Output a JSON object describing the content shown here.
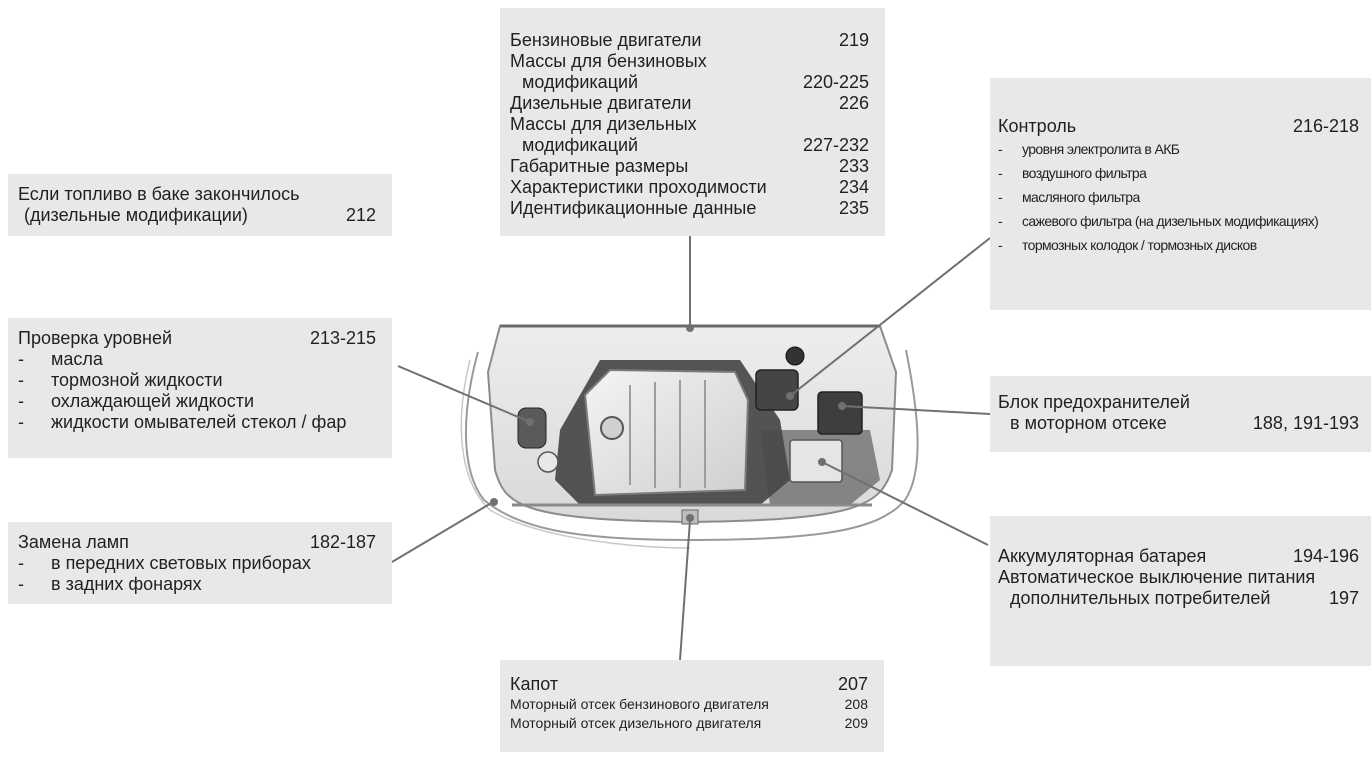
{
  "boxes": {
    "technical": {
      "rows": [
        {
          "text": "Бензиновые двигатели",
          "page": "219"
        },
        {
          "text": "Массы для бензиновых",
          "page": ""
        },
        {
          "text": "модификаций",
          "page": "220-225"
        },
        {
          "text": "Дизельные двигатели",
          "page": "226"
        },
        {
          "text": "Массы для дизельных",
          "page": ""
        },
        {
          "text": "модификаций",
          "page": "227-232"
        },
        {
          "text": "Габаритные размеры",
          "page": "233"
        },
        {
          "text": "Характеристики проходимости",
          "page": "234"
        },
        {
          "text": "Идентификационные данные",
          "page": "235"
        }
      ]
    },
    "fuel": {
      "line1": "Если топливо в баке закончилось",
      "line2": "(дизельные модификации)",
      "page": "212"
    },
    "levels": {
      "title": "Проверка уровней",
      "page": "213-215",
      "items": [
        "масла",
        "тормозной жидкости",
        "охлаждающей жидкости",
        "жидкости омывателей стекол / фар"
      ]
    },
    "lamps": {
      "title": "Замена ламп",
      "page": "182-187",
      "items": [
        "в передних световых приборах",
        "в задних фонарях"
      ]
    },
    "hood": {
      "rows": [
        {
          "text": "Капот",
          "page": "207"
        },
        {
          "text": "Моторный отсек бензинового двигателя",
          "page": "208"
        },
        {
          "text": "Моторный отсек дизельного двигателя",
          "page": "209"
        }
      ]
    },
    "control": {
      "title": "Контроль",
      "page": "216-218",
      "items": [
        "уровня электролита в АКБ",
        "воздушного фильтра",
        "масляного фильтра",
        "сажевого фильтра (на дизельных модификациях)",
        "тормозных колодок / тормозных дисков"
      ]
    },
    "fuses": {
      "line1": "Блок предохранителей",
      "line2": "в моторном отсеке",
      "page": "188, 191-193"
    },
    "battery": {
      "line1": "Аккумуляторная батарея",
      "page1": "194-196",
      "line2": "Автоматическое выключение питания",
      "line3": "дополнительных потребителей",
      "page3": "197"
    }
  },
  "colors": {
    "box_background": "#e8e8e8",
    "text": "#231f20",
    "leader_line": "#707070",
    "engine_bay_dark": "#3a3a3a",
    "engine_bay_light": "#e6e6e6"
  }
}
